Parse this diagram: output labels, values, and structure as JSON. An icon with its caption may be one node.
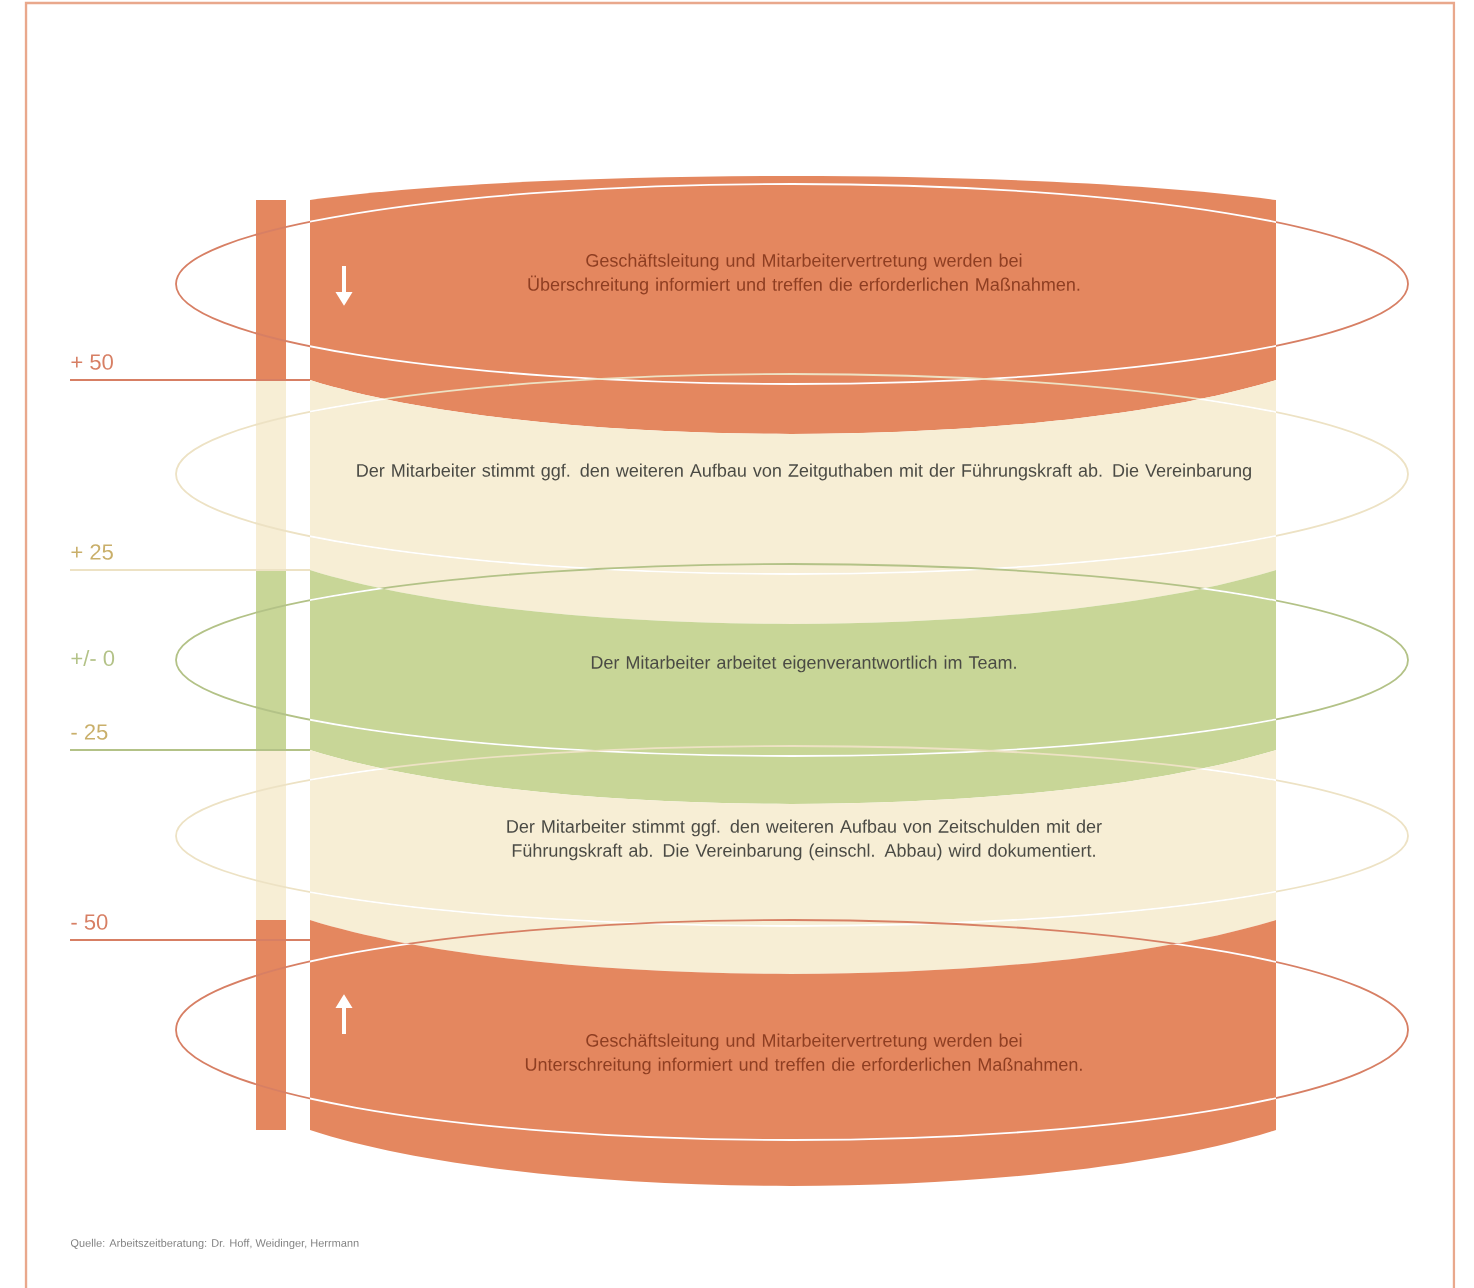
{
  "diagram": {
    "caption": "Quelle: Arbeitszeitberatung: Dr. Hoff, Weidinger, Herrmann",
    "nodes": [
      {
        "text": [
          "Geschäftsleitung und Mitarbeitervertretung werden bei Überschreitung informiert und treffen die erforderlichen Maßnahmen."
        ]
      },
      {
        "text": [
          "Der Mitarbeiter stimmt ggf. den weiteren Aufbau von Zeitguthaben mit der Führungskraft ab. Die Vereinbarung"
        ]
      },
      {
        "text": [
          "Der Mitarbeiter arbeitet eigenverantwortlich im Team."
        ]
      },
      {
        "text": [
          "Der Mitarbeiter stimmt ggf. den weiteren Aufbau von Zeitschulden mit der Führungskraft ab. Die Vereinbarung (einschl. Abbau) wird dokumentiert."
        ]
      },
      {
        "text": [
          "Geschäftsleitung und Mitarbeitervertretung werden bei Unterschreitung informiert und treffen die erforderlichen Maßnahmen."
        ]
      }
    ],
    "labels": [
      "+ 50",
      "+ 25",
      "+/- 0",
      "- 25",
      "- 50"
    ]
  }
}
